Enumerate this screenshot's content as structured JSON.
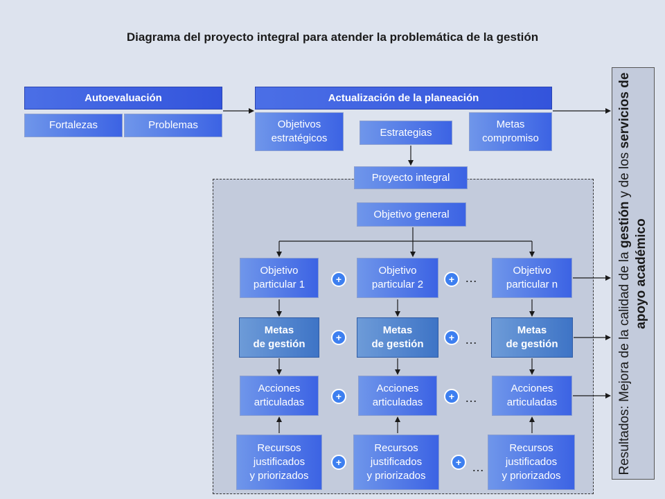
{
  "title": "Diagrama del proyecto integral para atender la problemática de la gestión",
  "autoevaluacion": {
    "header": "Autoevaluación",
    "fortalezas": "Fortalezas",
    "problemas": "Problemas"
  },
  "planeacion": {
    "header": "Actualización de la planeación",
    "objetivos": "Objetivos\nestratégicos",
    "estrategias": "Estrategias",
    "metas": "Metas\ncompromiso"
  },
  "proyecto": {
    "label": "Proyecto integral",
    "objetivo_general": "Objetivo general",
    "columns": [
      {
        "objetivo": "Objetivo\nparticular 1",
        "metas": "Metas\nde gestión",
        "acciones": "Acciones\narticuladas",
        "recursos": "Recursos\njustificados\ny priorizados"
      },
      {
        "objetivo": "Objetivo\nparticular 2",
        "metas": "Metas\nde gestión",
        "acciones": "Acciones\narticuladas",
        "recursos": "Recursos\njustificados\ny priorizados"
      },
      {
        "objetivo": "Objetivo\nparticular n",
        "metas": "Metas\nde gestión",
        "acciones": "Acciones\narticuladas",
        "recursos": "Recursos\njustificados\ny priorizados"
      }
    ],
    "plus_symbol": "+",
    "ellipsis": "…"
  },
  "resultados": {
    "prefix": "Resultados: Mejora de la calidad de la ",
    "bold1": "gestión",
    "middle": " y de los ",
    "bold2": "servicios de apoyo académico"
  }
}
